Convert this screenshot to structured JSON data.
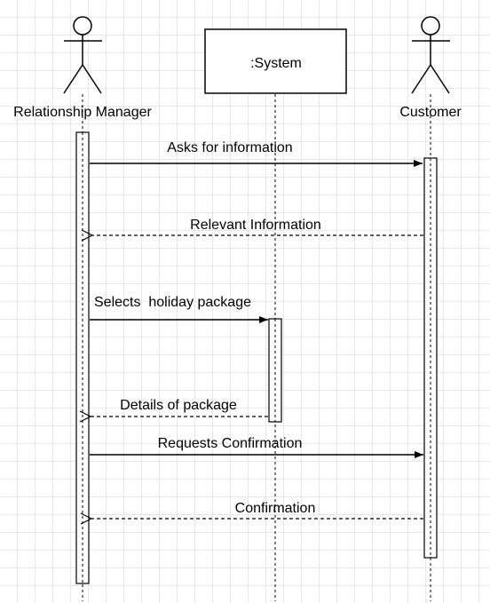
{
  "participants": {
    "relationship_manager": "Relationship Manager",
    "system": ":System",
    "customer": "Customer"
  },
  "messages": {
    "asks_for_information": "Asks for information",
    "relevant_information": "Relevant Information",
    "selects_holiday_package": "Selects  holiday package",
    "details_of_package": "Details of package",
    "requests_confirmation": "Requests Confirmation",
    "confirmation": "Confirmation"
  }
}
